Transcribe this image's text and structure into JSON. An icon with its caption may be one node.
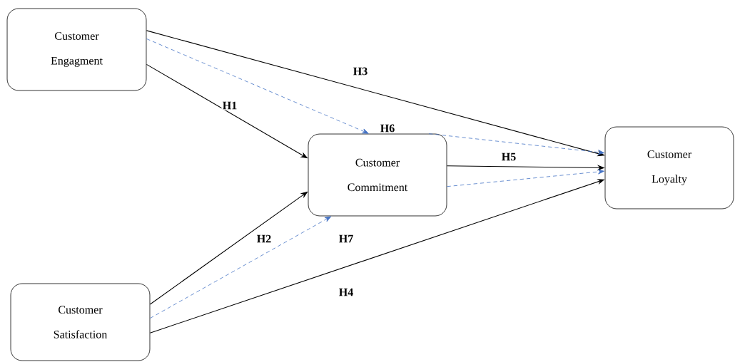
{
  "diagram": {
    "nodes": [
      {
        "text": [
          "Customer Engagment"
        ]
      },
      {
        "text": [
          "Customer Commitment"
        ]
      },
      {
        "text": [
          "Customer Loyalty"
        ]
      },
      {
        "text": [
          "Customer Satisfaction"
        ]
      }
    ],
    "edges": [
      {
        "from": 0,
        "to": 1,
        "arrow": "to",
        "label": "H1"
      },
      {
        "from": 0,
        "to": 2,
        "arrow": "to",
        "label": "H3"
      },
      {
        "from": 0,
        "to": 1,
        "arrow": "to",
        "label": "H6",
        "style": "dashed",
        "color": "#4472c4"
      },
      {
        "from": 1,
        "to": 2,
        "arrow": "to",
        "style": "dashed",
        "color": "#4472c4"
      },
      {
        "from": 1,
        "to": 2,
        "arrow": "to",
        "label": "H5"
      },
      {
        "from": 1,
        "to": 2,
        "arrow": "to",
        "style": "dashed",
        "color": "#4472c4"
      },
      {
        "from": 3,
        "to": 1,
        "arrow": "to",
        "label": "H2"
      },
      {
        "from": 3,
        "to": 1,
        "arrow": "to",
        "label": "H7",
        "style": "dashed",
        "color": "#4472c4"
      },
      {
        "from": 3,
        "to": 2,
        "arrow": "to",
        "label": "H4"
      }
    ]
  }
}
